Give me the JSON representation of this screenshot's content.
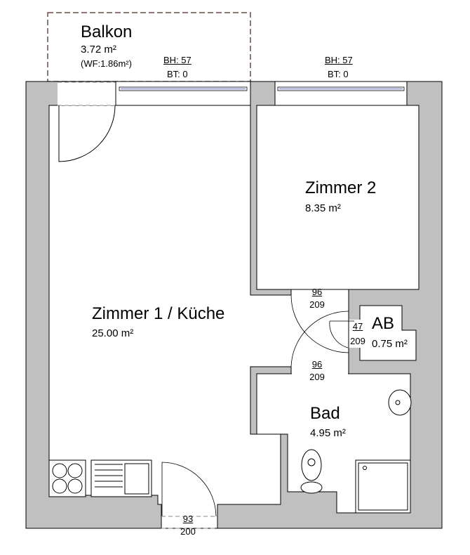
{
  "rooms": {
    "balkon": {
      "name": "Balkon",
      "area": "3.72 m²",
      "wf": "(WF:1.86m²)"
    },
    "zimmer2": {
      "name": "Zimmer 2",
      "area": "8.35 m²"
    },
    "zimmer1": {
      "name": "Zimmer 1 / Küche",
      "area": "25.00 m²"
    },
    "ab": {
      "name": "AB",
      "area": "0.75 m²"
    },
    "bad": {
      "name": "Bad",
      "area": "4.95 m²"
    }
  },
  "windows": [
    {
      "bh": "BH: 57",
      "bt": "BT: 0"
    },
    {
      "bh": "BH: 57",
      "bt": "BT: 0"
    }
  ],
  "doors": [
    {
      "width": "96",
      "height": "209"
    },
    {
      "width": "47",
      "height": "209"
    },
    {
      "width": "96",
      "height": "209"
    },
    {
      "width": "93",
      "height": "200"
    }
  ],
  "colors": {
    "wall": "#c0c0c0",
    "balcony_border": "#6b4a44",
    "window_glass": "#8c96d8"
  }
}
